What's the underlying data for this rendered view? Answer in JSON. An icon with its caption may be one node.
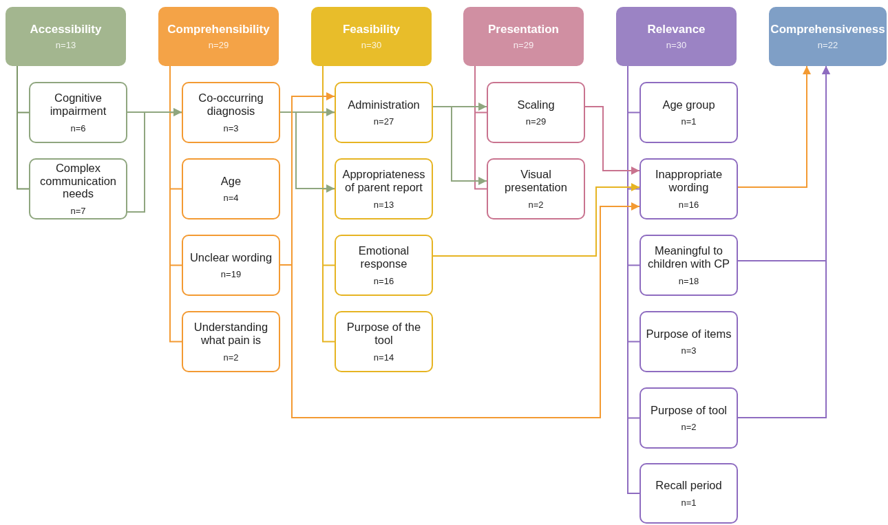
{
  "diagram": {
    "nodes": [
      {
        "text": [
          "Accessibility",
          "n=13"
        ]
      },
      {
        "text": [
          "Cognitive impairment",
          "n=6"
        ]
      },
      {
        "text": [
          "Complex communication needs",
          "n=7"
        ]
      },
      {
        "text": [
          "Comprehensibility",
          "n=29"
        ]
      },
      {
        "text": [
          "Co-occurring diagnosis",
          "n=3"
        ]
      },
      {
        "text": [
          "Age",
          "n=4"
        ]
      },
      {
        "text": [
          "Unclear wording",
          "n=19"
        ]
      },
      {
        "text": [
          "Understanding what pain is",
          "n=2"
        ]
      },
      {
        "text": [
          "Feasibility",
          "n=30"
        ]
      },
      {
        "text": [
          "Administration",
          "n=27"
        ]
      },
      {
        "text": [
          "Appropriateness of parent report",
          "n=13"
        ]
      },
      {
        "text": [
          "Emotional response",
          "n=16"
        ]
      },
      {
        "text": [
          "Purpose of the tool",
          "n=14"
        ]
      },
      {
        "text": [
          "Presentation",
          "n=29"
        ]
      },
      {
        "text": [
          "Scaling",
          "n=29"
        ]
      },
      {
        "text": [
          "Visual presentation",
          "n=2"
        ]
      },
      {
        "text": [
          "Relevance",
          "n=30"
        ]
      },
      {
        "text": [
          "Age group",
          "n=1"
        ]
      },
      {
        "text": [
          "Inappropriate wording",
          "n=16"
        ]
      },
      {
        "text": [
          "Meaningful to children with CP",
          "n=18"
        ]
      },
      {
        "text": [
          "Purpose of items",
          "n=3"
        ]
      },
      {
        "text": [
          "Purpose of tool",
          "n=2"
        ]
      },
      {
        "text": [
          "Recall period",
          "n=1"
        ]
      },
      {
        "text": [
          "Comprehensiveness",
          "n=22"
        ]
      }
    ],
    "edges": [
      {
        "from": 0,
        "to": 1,
        "arrow": "none",
        "color": "#7d9668"
      },
      {
        "from": 0,
        "to": 2,
        "arrow": "none",
        "color": "#7d9668"
      },
      {
        "from": 3,
        "to": 4,
        "arrow": "none",
        "color": "#f39a32"
      },
      {
        "from": 3,
        "to": 5,
        "arrow": "none",
        "color": "#f39a32"
      },
      {
        "from": 3,
        "to": 6,
        "arrow": "none",
        "color": "#f39a32"
      },
      {
        "from": 3,
        "to": 7,
        "arrow": "none",
        "color": "#f39a32"
      },
      {
        "from": 8,
        "to": 9,
        "arrow": "none",
        "color": "#e6b422"
      },
      {
        "from": 8,
        "to": 10,
        "arrow": "none",
        "color": "#e6b422"
      },
      {
        "from": 8,
        "to": 11,
        "arrow": "none",
        "color": "#e6b422"
      },
      {
        "from": 8,
        "to": 12,
        "arrow": "none",
        "color": "#e6b422"
      },
      {
        "from": 13,
        "to": 14,
        "arrow": "none",
        "color": "#c9738f"
      },
      {
        "from": 13,
        "to": 15,
        "arrow": "none",
        "color": "#c9738f"
      },
      {
        "from": 16,
        "to": 17,
        "arrow": "none",
        "color": "#8e6cc0"
      },
      {
        "from": 16,
        "to": 18,
        "arrow": "none",
        "color": "#8e6cc0"
      },
      {
        "from": 16,
        "to": 19,
        "arrow": "none",
        "color": "#8e6cc0"
      },
      {
        "from": 16,
        "to": 20,
        "arrow": "none",
        "color": "#8e6cc0"
      },
      {
        "from": 16,
        "to": 21,
        "arrow": "none",
        "color": "#8e6cc0"
      },
      {
        "from": 16,
        "to": 22,
        "arrow": "none",
        "color": "#8e6cc0"
      },
      {
        "from": 1,
        "to": 4,
        "arrow": "to",
        "color": "#8fa67f"
      },
      {
        "from": 2,
        "to": 4,
        "arrow": "to",
        "color": "#8fa67f"
      },
      {
        "from": 4,
        "to": 9,
        "arrow": "to",
        "color": "#8fa67f"
      },
      {
        "from": 4,
        "to": 10,
        "arrow": "to",
        "color": "#8fa67f"
      },
      {
        "from": 6,
        "to": 9,
        "arrow": "to",
        "color": "#f39a32"
      },
      {
        "from": 6,
        "to": 18,
        "arrow": "to",
        "color": "#f39a32"
      },
      {
        "from": 9,
        "to": 14,
        "arrow": "to",
        "color": "#8fa67f"
      },
      {
        "from": 9,
        "to": 15,
        "arrow": "to",
        "color": "#8fa67f"
      },
      {
        "from": 14,
        "to": 18,
        "arrow": "to",
        "color": "#c9738f"
      },
      {
        "from": 11,
        "to": 18,
        "arrow": "to",
        "color": "#e6b422"
      },
      {
        "from": 18,
        "to": 23,
        "arrow": "to",
        "color": "#f39a32"
      },
      {
        "from": 19,
        "to": 23,
        "arrow": "to",
        "color": "#8e6cc0"
      },
      {
        "from": 21,
        "to": 23,
        "arrow": "to",
        "color": "#8e6cc0"
      }
    ]
  }
}
